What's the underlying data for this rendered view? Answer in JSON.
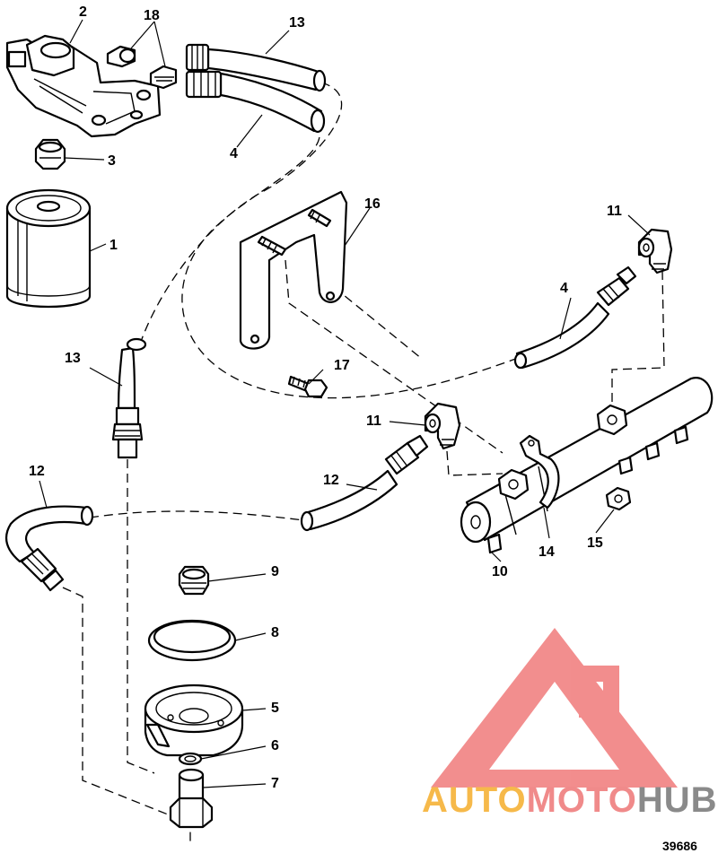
{
  "diagram": {
    "figure_number": "39686",
    "callouts": [
      {
        "id": "c2",
        "label": "2"
      },
      {
        "id": "c18",
        "label": "18"
      },
      {
        "id": "c13a",
        "label": "13"
      },
      {
        "id": "c3",
        "label": "3"
      },
      {
        "id": "c4a",
        "label": "4"
      },
      {
        "id": "c1",
        "label": "1"
      },
      {
        "id": "c16",
        "label": "16"
      },
      {
        "id": "c11a",
        "label": "11"
      },
      {
        "id": "c4b",
        "label": "4"
      },
      {
        "id": "c13b",
        "label": "13"
      },
      {
        "id": "c17",
        "label": "17"
      },
      {
        "id": "c11b",
        "label": "11"
      },
      {
        "id": "c12a",
        "label": "12"
      },
      {
        "id": "c12b",
        "label": "12"
      },
      {
        "id": "c14",
        "label": "14"
      },
      {
        "id": "c15",
        "label": "15"
      },
      {
        "id": "c10",
        "label": "10"
      },
      {
        "id": "c9",
        "label": "9"
      },
      {
        "id": "c8",
        "label": "8"
      },
      {
        "id": "c5",
        "label": "5"
      },
      {
        "id": "c6",
        "label": "6"
      },
      {
        "id": "c7",
        "label": "7"
      }
    ]
  },
  "watermark": {
    "part1": "AUTO",
    "part2": "MOTO",
    "part3": "HUB",
    "color_auto": "#f6b94a",
    "color_moto": "#f08a8a",
    "color_hub": "#8a8a8a",
    "logo_color": "#f07a7a"
  }
}
